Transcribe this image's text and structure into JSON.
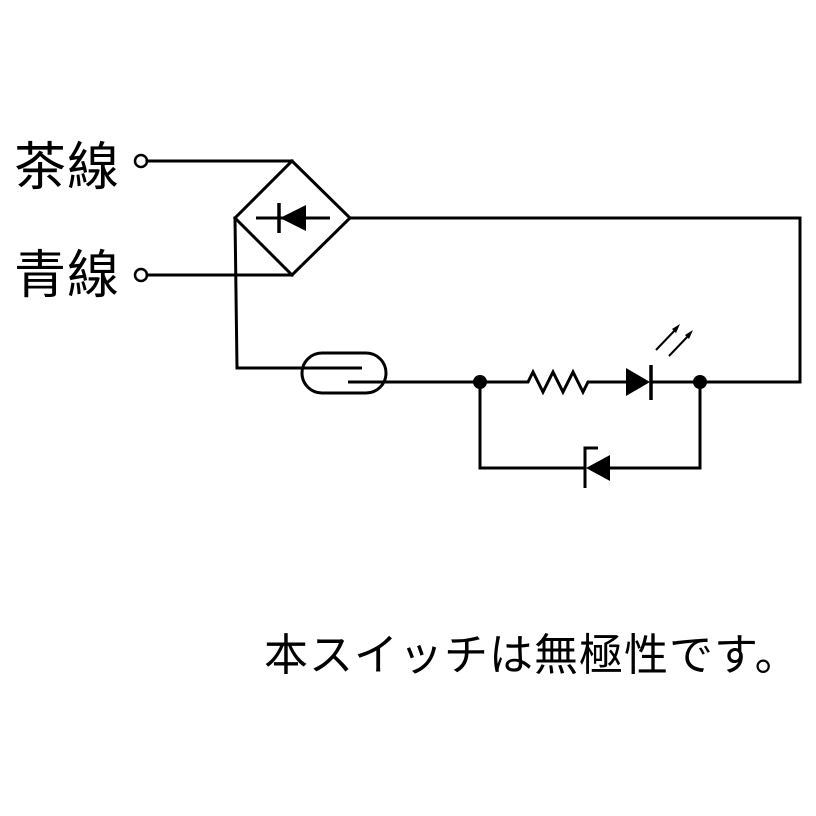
{
  "labels": {
    "brown_wire": "茶線",
    "blue_wire": "青線"
  },
  "note": "本スイッチは無極性です。"
}
